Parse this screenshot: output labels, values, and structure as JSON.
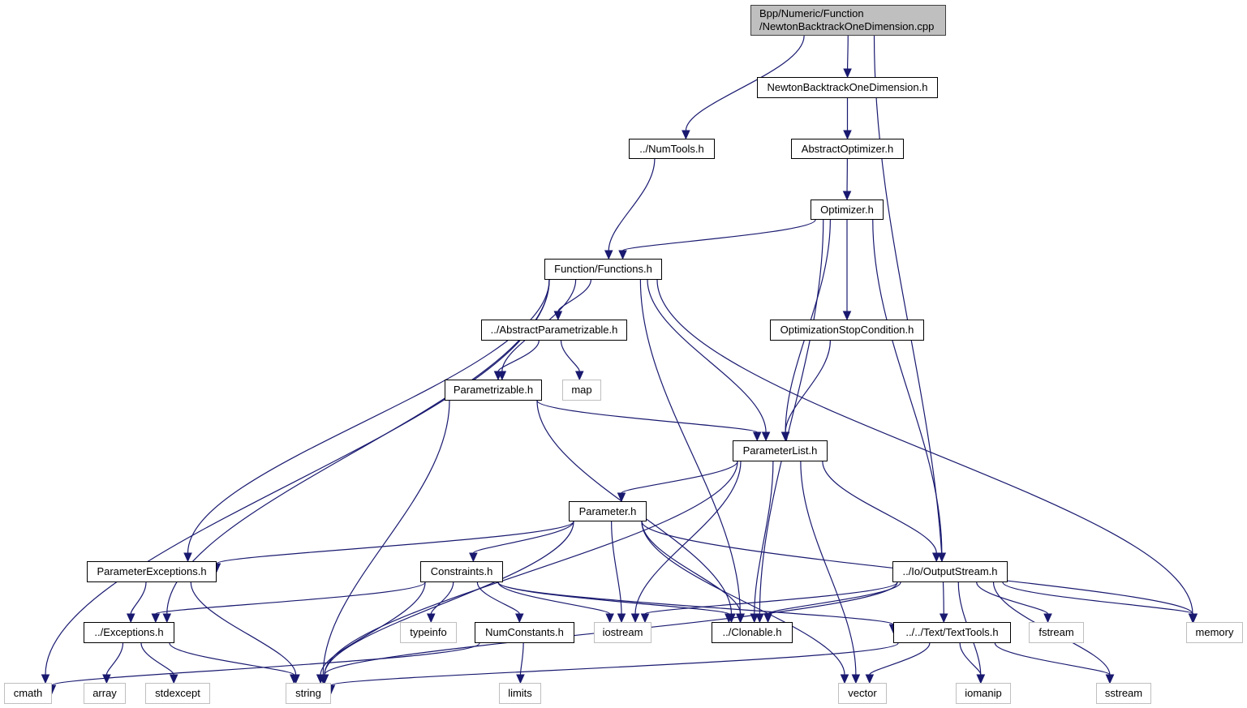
{
  "diagram": {
    "type": "include-dependency-graph",
    "colors": {
      "edge": "#191970",
      "root_fill": "#bfbfbf",
      "local_border": "#000000",
      "system_border": "#bfbfbf"
    },
    "root": {
      "id": "root",
      "line1": "Bpp/Numeric/Function",
      "line2": "/NewtonBacktrackOneDimension.cpp"
    },
    "nodes": [
      {
        "id": "nbod",
        "label": "NewtonBacktrackOneDimension.h",
        "kind": "local"
      },
      {
        "id": "numtools",
        "label": "../NumTools.h",
        "kind": "local"
      },
      {
        "id": "absopt",
        "label": "AbstractOptimizer.h",
        "kind": "local"
      },
      {
        "id": "opt",
        "label": "Optimizer.h",
        "kind": "local"
      },
      {
        "id": "functions",
        "label": "Function/Functions.h",
        "kind": "local"
      },
      {
        "id": "absparam",
        "label": "../AbstractParametrizable.h",
        "kind": "local"
      },
      {
        "id": "optstop",
        "label": "OptimizationStopCondition.h",
        "kind": "local"
      },
      {
        "id": "parametrizable",
        "label": "Parametrizable.h",
        "kind": "local"
      },
      {
        "id": "map",
        "label": "map",
        "kind": "system"
      },
      {
        "id": "paramlist",
        "label": "ParameterList.h",
        "kind": "local"
      },
      {
        "id": "parameter",
        "label": "Parameter.h",
        "kind": "local"
      },
      {
        "id": "paramexc",
        "label": "ParameterExceptions.h",
        "kind": "local"
      },
      {
        "id": "constraints",
        "label": "Constraints.h",
        "kind": "local"
      },
      {
        "id": "outstream",
        "label": "../Io/OutputStream.h",
        "kind": "local"
      },
      {
        "id": "exceptions",
        "label": "../Exceptions.h",
        "kind": "local"
      },
      {
        "id": "typeinfo",
        "label": "typeinfo",
        "kind": "system"
      },
      {
        "id": "numconst",
        "label": "NumConstants.h",
        "kind": "local"
      },
      {
        "id": "iostream",
        "label": "iostream",
        "kind": "system"
      },
      {
        "id": "clonable",
        "label": "../Clonable.h",
        "kind": "local"
      },
      {
        "id": "texttools",
        "label": "../../Text/TextTools.h",
        "kind": "local"
      },
      {
        "id": "fstream",
        "label": "fstream",
        "kind": "system"
      },
      {
        "id": "memory",
        "label": "memory",
        "kind": "system"
      },
      {
        "id": "cmath",
        "label": "cmath",
        "kind": "system"
      },
      {
        "id": "array",
        "label": "array",
        "kind": "system"
      },
      {
        "id": "stdexcept",
        "label": "stdexcept",
        "kind": "system"
      },
      {
        "id": "string",
        "label": "string",
        "kind": "system"
      },
      {
        "id": "limits",
        "label": "limits",
        "kind": "system"
      },
      {
        "id": "vector",
        "label": "vector",
        "kind": "system"
      },
      {
        "id": "iomanip",
        "label": "iomanip",
        "kind": "system"
      },
      {
        "id": "sstream",
        "label": "sstream",
        "kind": "system"
      }
    ],
    "edges": [
      [
        "root",
        "numtools"
      ],
      [
        "root",
        "nbod"
      ],
      [
        "root",
        "texttools"
      ],
      [
        "nbod",
        "absopt"
      ],
      [
        "absopt",
        "opt"
      ],
      [
        "numtools",
        "functions"
      ],
      [
        "opt",
        "functions"
      ],
      [
        "opt",
        "paramlist"
      ],
      [
        "opt",
        "optstop"
      ],
      [
        "opt",
        "clonable"
      ],
      [
        "opt",
        "outstream"
      ],
      [
        "functions",
        "cmath"
      ],
      [
        "functions",
        "exceptions"
      ],
      [
        "functions",
        "paramexc"
      ],
      [
        "functions",
        "parametrizable"
      ],
      [
        "functions",
        "absparam"
      ],
      [
        "functions",
        "clonable"
      ],
      [
        "functions",
        "paramlist"
      ],
      [
        "functions",
        "memory"
      ],
      [
        "absparam",
        "parametrizable"
      ],
      [
        "absparam",
        "map"
      ],
      [
        "optstop",
        "paramlist"
      ],
      [
        "parametrizable",
        "string"
      ],
      [
        "parametrizable",
        "paramlist"
      ],
      [
        "parametrizable",
        "clonable"
      ],
      [
        "paramlist",
        "string"
      ],
      [
        "paramlist",
        "iostream"
      ],
      [
        "paramlist",
        "parameter"
      ],
      [
        "paramlist",
        "clonable"
      ],
      [
        "paramlist",
        "vector"
      ],
      [
        "paramlist",
        "outstream"
      ],
      [
        "parameter",
        "paramexc"
      ],
      [
        "parameter",
        "string"
      ],
      [
        "parameter",
        "constraints"
      ],
      [
        "parameter",
        "iostream"
      ],
      [
        "parameter",
        "clonable"
      ],
      [
        "parameter",
        "vector"
      ],
      [
        "parameter",
        "memory"
      ],
      [
        "paramexc",
        "exceptions"
      ],
      [
        "paramexc",
        "string"
      ],
      [
        "constraints",
        "exceptions"
      ],
      [
        "constraints",
        "string"
      ],
      [
        "constraints",
        "typeinfo"
      ],
      [
        "constraints",
        "numconst"
      ],
      [
        "constraints",
        "iostream"
      ],
      [
        "constraints",
        "clonable"
      ],
      [
        "constraints",
        "texttools"
      ],
      [
        "outstream",
        "iostream"
      ],
      [
        "outstream",
        "clonable"
      ],
      [
        "outstream",
        "string"
      ],
      [
        "outstream",
        "fstream"
      ],
      [
        "outstream",
        "memory"
      ],
      [
        "outstream",
        "iomanip"
      ],
      [
        "outstream",
        "sstream"
      ],
      [
        "exceptions",
        "array"
      ],
      [
        "exceptions",
        "stdexcept"
      ],
      [
        "exceptions",
        "string"
      ],
      [
        "numconst",
        "cmath"
      ],
      [
        "numconst",
        "limits"
      ],
      [
        "texttools",
        "string"
      ],
      [
        "texttools",
        "vector"
      ],
      [
        "texttools",
        "iomanip"
      ],
      [
        "texttools",
        "sstream"
      ]
    ]
  }
}
